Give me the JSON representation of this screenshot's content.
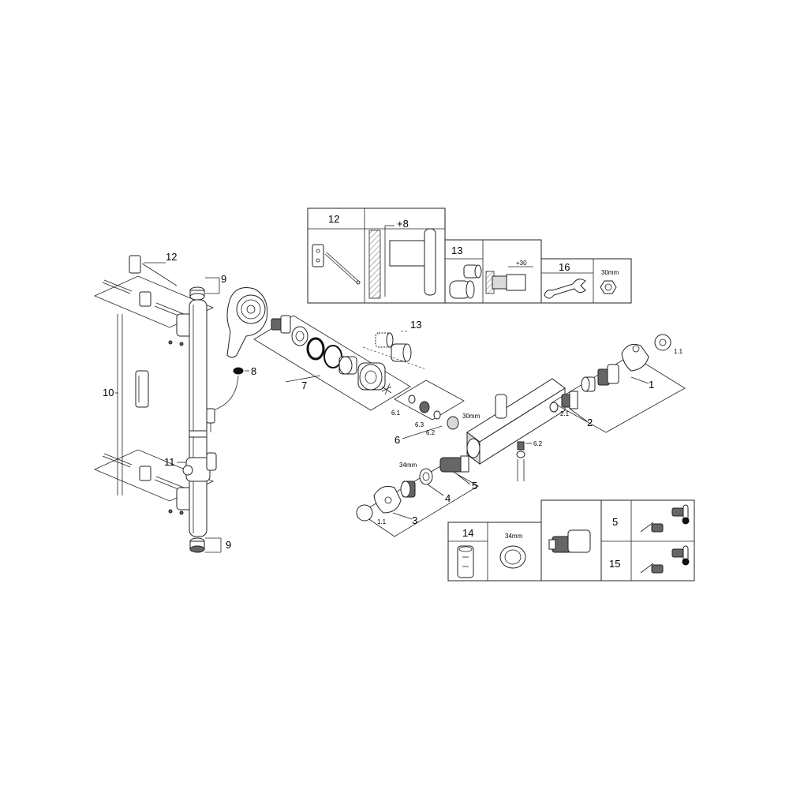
{
  "callouts": {
    "n1": "1",
    "n1_1_right": "1.1",
    "n2": "2",
    "n2_1": "2.1",
    "n3": "3",
    "n3_1_1": "1.1",
    "n4": "4",
    "n5": "5",
    "n6": "6",
    "n6_1": "6.1",
    "n6_2": "6.2",
    "n6_2_b": "6.2",
    "n6_3": "6.3",
    "n7": "7",
    "n8": "8",
    "n9_top": "9",
    "n9_bottom": "9",
    "n10": "10",
    "n11": "11",
    "n12": "12",
    "n13": "13",
    "dim_30mm_mid": "30mm",
    "dim_34mm_mid": "34mm"
  },
  "top_panel": {
    "label_12": "12",
    "dim_plus8": "+8",
    "label_13": "13",
    "dim_plus30": "+30",
    "label_16": "16",
    "dim_30mm": "30mm"
  },
  "bottom_panel": {
    "label_14": "14",
    "dim_34mm": "34mm",
    "label_5": "5",
    "label_15": "15"
  }
}
